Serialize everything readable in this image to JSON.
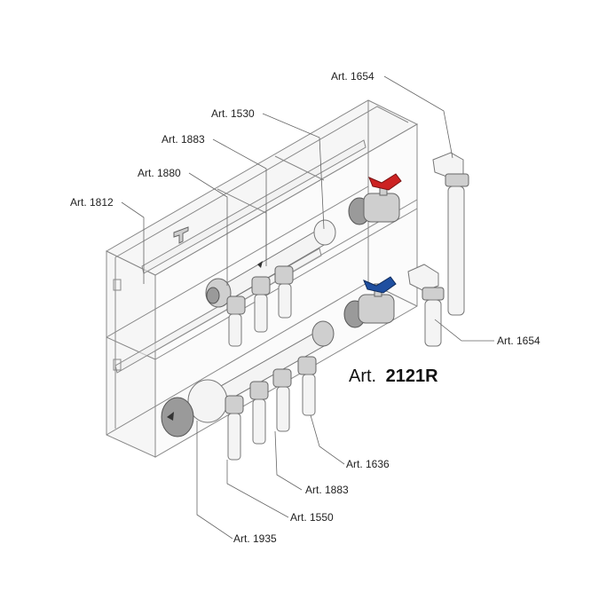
{
  "title": {
    "prefix": "Art.",
    "code": "2121R"
  },
  "labels": {
    "art_1654_top": "Art. 1654",
    "art_1530": "Art. 1530",
    "art_1883_top": "Art. 1883",
    "art_1880": "Art. 1880",
    "art_1812": "Art. 1812",
    "art_1654_right": "Art. 1654",
    "art_1636": "Art. 1636",
    "art_1883_bottom": "Art. 1883",
    "art_1550": "Art. 1550",
    "art_1935": "Art. 1935"
  },
  "colors": {
    "red_handle": "#cc2222",
    "blue_handle": "#1f4fa0",
    "outline": "#777777"
  }
}
